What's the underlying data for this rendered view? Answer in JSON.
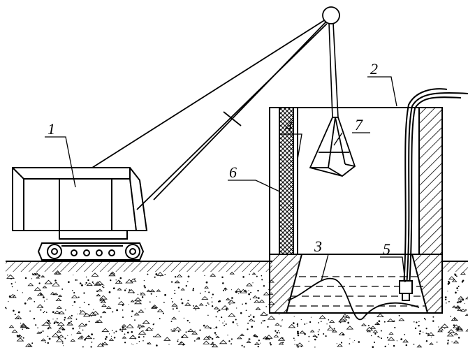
{
  "diagram": {
    "labels": {
      "crane": "1",
      "caisson": "2",
      "water_soil": "3",
      "inner_wall": "4",
      "pump": "5",
      "outer_layer": "6",
      "grab_bucket": "7"
    }
  }
}
